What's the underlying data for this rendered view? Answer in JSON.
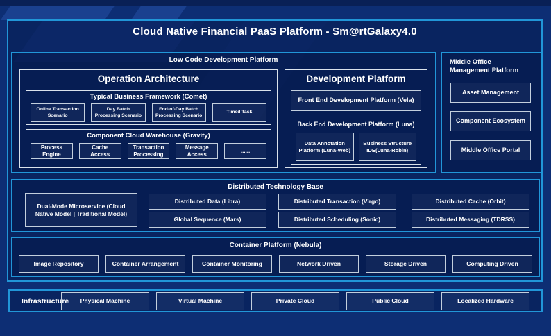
{
  "title": "Cloud Native Financial PaaS Platform - Sm@rtGalaxy4.0",
  "low_code": {
    "title": "Low Code Development Platform",
    "operation_architecture": {
      "title": "Operation Architecture",
      "comet": {
        "title": "Typical Business Framework (Comet)",
        "items": [
          "Online Transaction Scenario",
          "Day Batch Processing Scenario",
          "End-of-Day Batch Processing Scenario",
          "Timed Task"
        ]
      },
      "gravity": {
        "title": "Component Cloud Warehouse (Gravity)",
        "items": [
          "Process Engine",
          "Cache Access",
          "Transaction Processing",
          "Message Access",
          "......"
        ]
      }
    },
    "development_platform": {
      "title": "Development Platform",
      "front_end": "Front End Development Platform (Vela)",
      "back_end": {
        "title": "Back End Development Platform (Luna)",
        "items": [
          "Data Annotation Platform (Luna-Web)",
          "Business Structure IDE(Luna-Robin)"
        ]
      }
    }
  },
  "middle_office": {
    "title": "Middle Office Management Platform",
    "items": [
      "Asset Management",
      "Component Ecosystem",
      "Middle Office Portal"
    ]
  },
  "distributed": {
    "title": "Distributed Technology Base",
    "dual_mode": "Dual-Mode Microservice (Cloud Native Model | Traditional Model)",
    "row1": [
      "Distributed Data (Libra)",
      "Distributed Transaction (Virgo)",
      "Distributed Cache (Orbit)"
    ],
    "row2": [
      "Global Sequence (Mars)",
      "Distributed Scheduling (Sonic)",
      "Distributed Messaging (TDRSS)"
    ]
  },
  "container_platform": {
    "title": "Container Platform (Nebula)",
    "items": [
      "Image Repository",
      "Container Arrangement",
      "Container Monitoring",
      "Network Driven",
      "Storage Driven",
      "Computing Driven"
    ]
  },
  "infrastructure": {
    "label": "Infrastructure",
    "items": [
      "Physical Machine",
      "Virtual Machine",
      "Private Cloud",
      "Public Cloud",
      "Localized Hardware"
    ]
  },
  "colors": {
    "page_bg": "#0d2e74",
    "panel_bg": "#0a2663",
    "accent_border": "#2196d8",
    "light_border": "#dbe3ec",
    "text": "#ffffff"
  }
}
